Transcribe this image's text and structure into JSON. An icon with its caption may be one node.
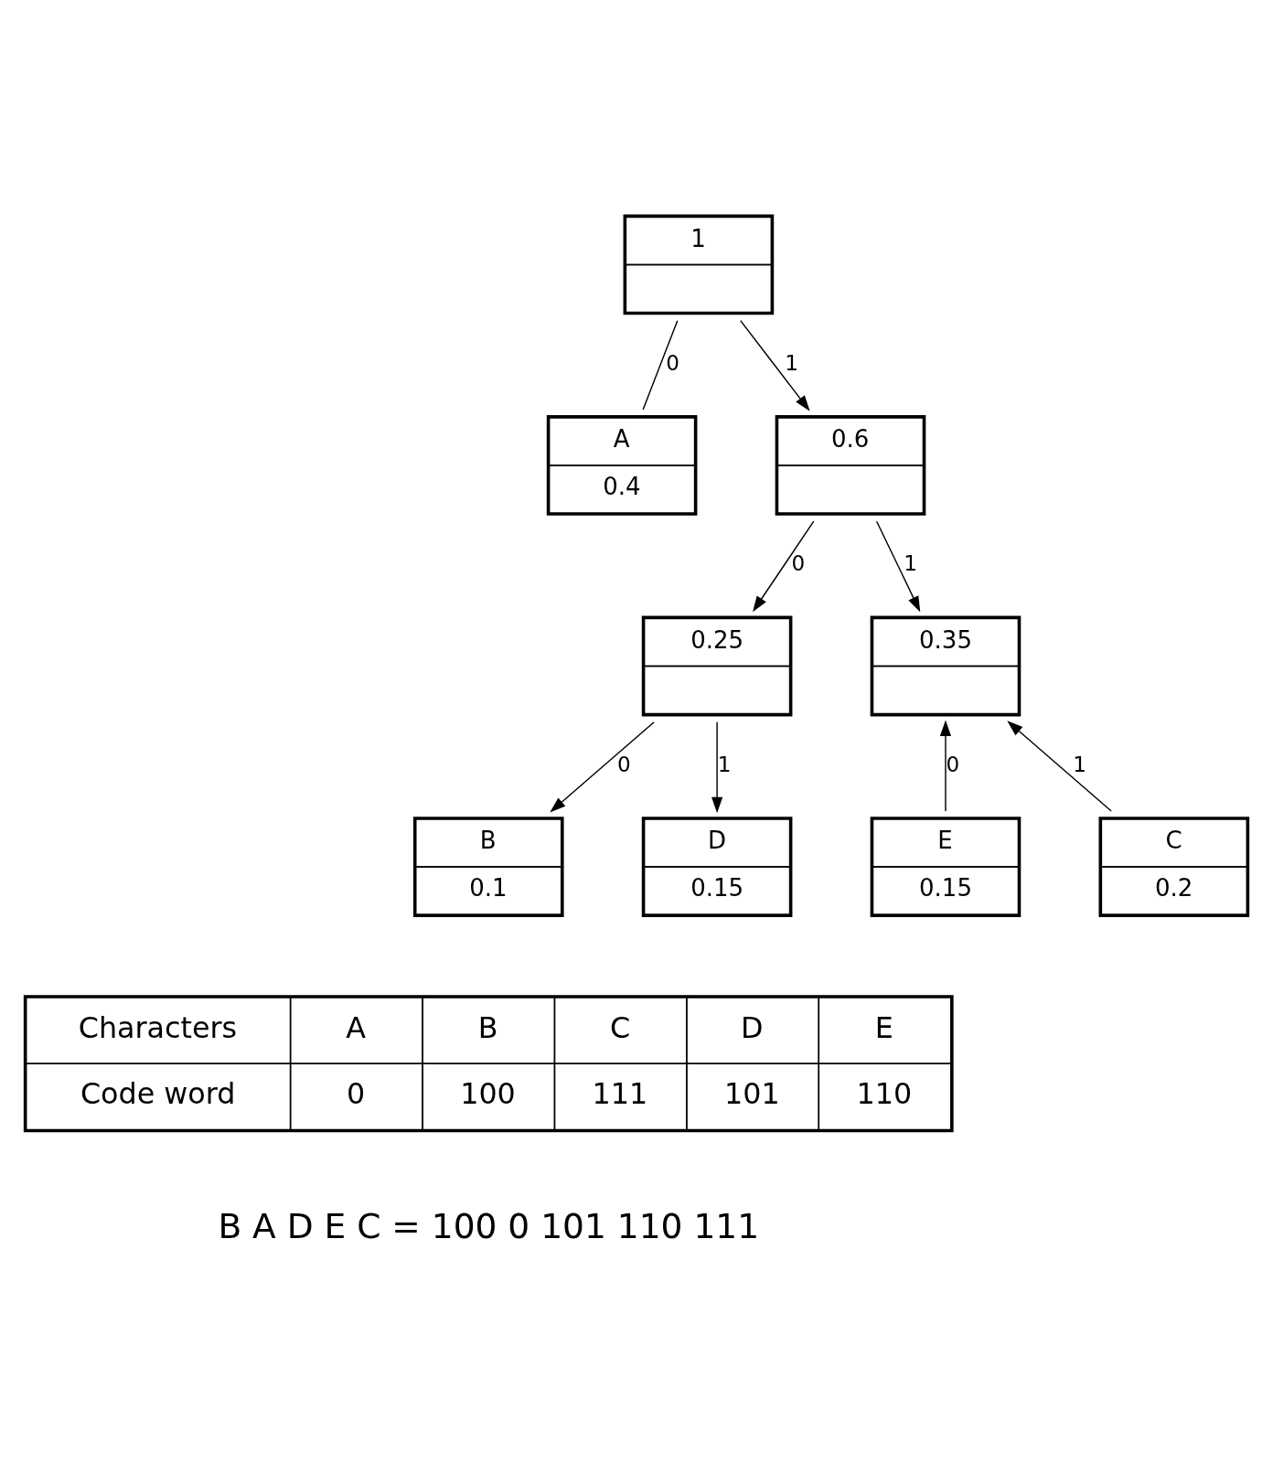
{
  "diagram": {
    "nodes": [
      {
        "text": [
          "1"
        ]
      },
      {
        "text": [
          "A",
          "0.4"
        ]
      },
      {
        "text": [
          "0.6"
        ]
      },
      {
        "text": [
          "0.25"
        ]
      },
      {
        "text": [
          "0.35"
        ]
      },
      {
        "text": [
          "B",
          "0.1"
        ]
      },
      {
        "text": [
          "D",
          "0.15"
        ]
      },
      {
        "text": [
          "E",
          "0.15"
        ]
      },
      {
        "text": [
          "C",
          "0.2"
        ]
      }
    ],
    "edges": [
      {
        "from": 0,
        "to": 1,
        "arrow": "none",
        "label": "0"
      },
      {
        "from": 0,
        "to": 2,
        "arrow": "to",
        "label": "1"
      },
      {
        "from": 2,
        "to": 3,
        "arrow": "to",
        "label": "0"
      },
      {
        "from": 2,
        "to": 4,
        "arrow": "to",
        "label": "1"
      },
      {
        "from": 3,
        "to": 5,
        "arrow": "to",
        "label": "0"
      },
      {
        "from": 3,
        "to": 6,
        "arrow": "to",
        "label": "1"
      },
      {
        "from": 7,
        "to": 4,
        "arrow": "to",
        "label": "0"
      },
      {
        "from": 8,
        "to": 4,
        "arrow": "to",
        "label": "1"
      }
    ],
    "labels": [
      "Characters",
      "A",
      "B",
      "C",
      "D",
      "E",
      "Code word",
      "0",
      "100",
      "111",
      "101",
      "110",
      "B A D E C = 100 0 101 110 111"
    ]
  }
}
